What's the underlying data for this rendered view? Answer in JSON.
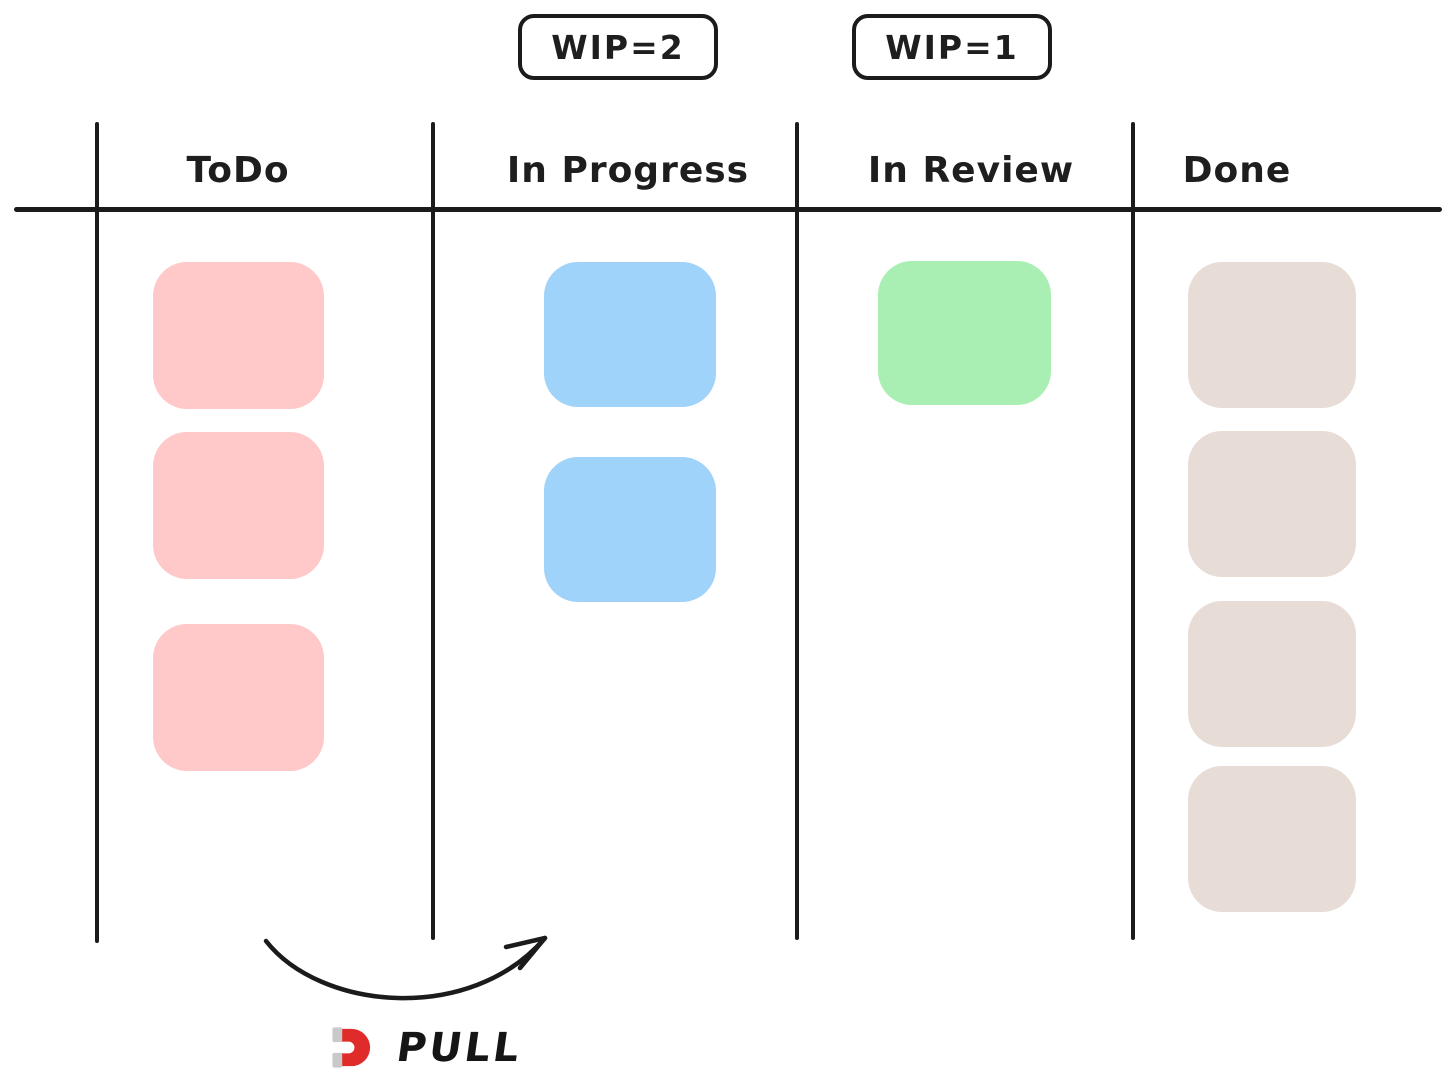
{
  "board": {
    "columns": [
      {
        "id": "todo",
        "label": "ToDo",
        "card_color": "pink",
        "card_count": 3
      },
      {
        "id": "in-progress",
        "label": "In Progress",
        "card_color": "blue",
        "card_count": 2
      },
      {
        "id": "in-review",
        "label": "In Review",
        "card_color": "green",
        "card_count": 1
      },
      {
        "id": "done",
        "label": "Done",
        "card_color": "beige",
        "card_count": 4
      }
    ],
    "wip_badges": [
      {
        "label": "WIP=2"
      },
      {
        "label": "WIP=1"
      }
    ],
    "pull_label": "PULL",
    "pull_icon": "magnet-icon"
  },
  "colors": {
    "pink": "#ffc9c9",
    "blue": "#a0d3f9",
    "green": "#a9efb3",
    "beige": "#e8ddd6",
    "ink": "#1e1e1e",
    "magnet_red": "#e02b2b",
    "magnet_tip": "#c9c9c9"
  }
}
